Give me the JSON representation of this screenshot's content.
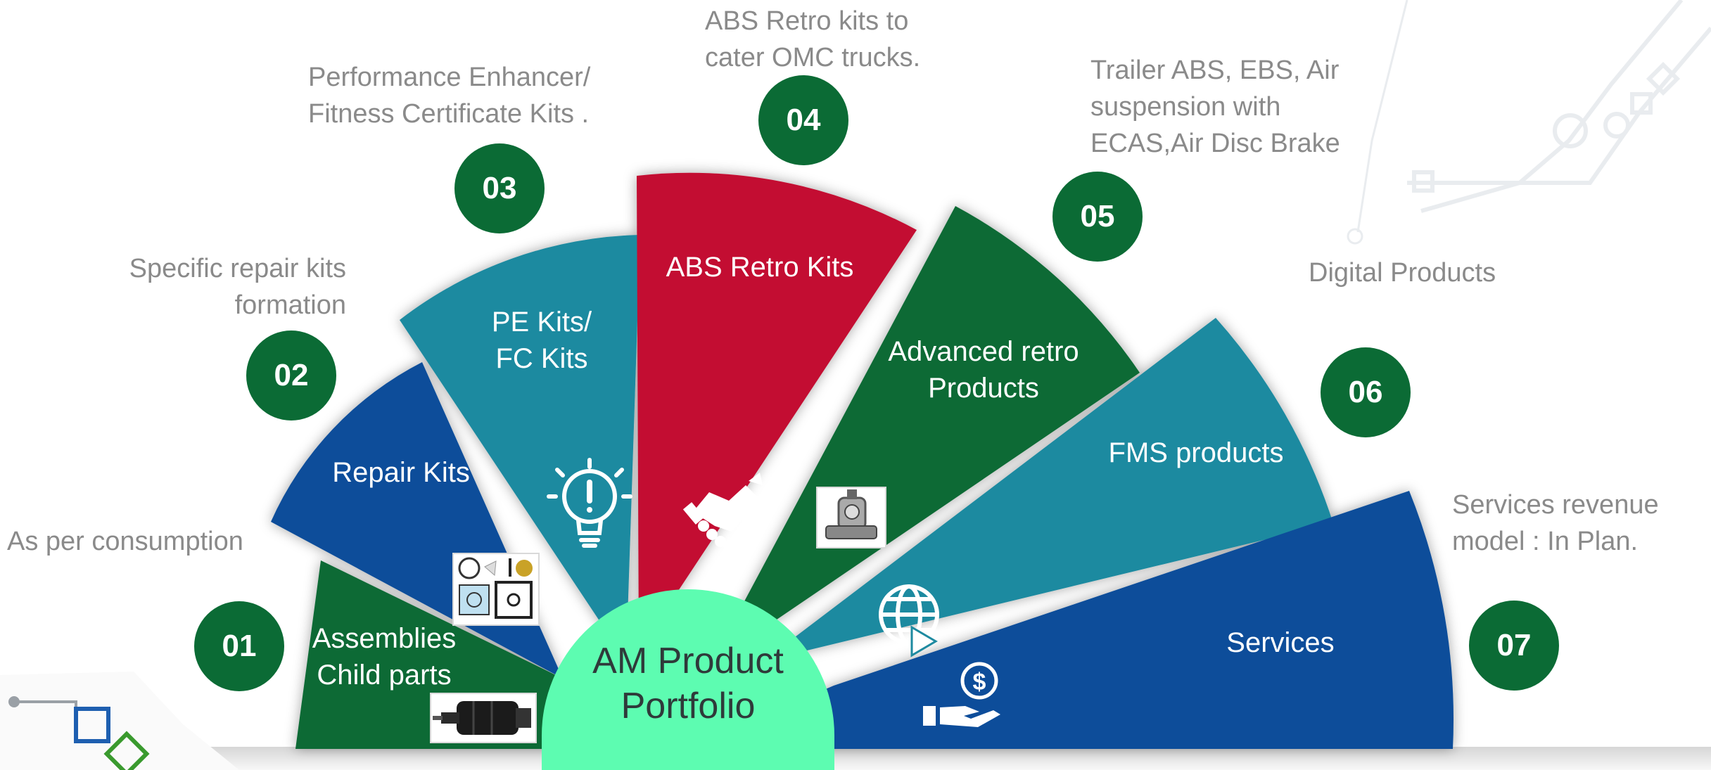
{
  "center": {
    "label": "AM Product\nPortfolio",
    "color": "#5dfcb1"
  },
  "segments": [
    {
      "id": "01",
      "name": "Assemblies\nChild parts",
      "description": "As per consumption",
      "color": "#0b6b35"
    },
    {
      "id": "02",
      "name": "Repair Kits",
      "description": "Specific repair kits\nformation",
      "color": "#0b4e9a"
    },
    {
      "id": "03",
      "name": "PE Kits/\nFC Kits",
      "description": "Performance Enhancer/\nFitness Certificate Kits .",
      "color": "#1e8aa0"
    },
    {
      "id": "04",
      "name": "ABS Retro Kits",
      "description": "ABS Retro kits to\ncater OMC trucks.",
      "color": "#c30d30"
    },
    {
      "id": "05",
      "name": "Advanced retro\nProducts",
      "description": "Trailer ABS, EBS, Air\nsuspension with\nECAS,Air Disc Brake",
      "color": "#0b6b35"
    },
    {
      "id": "06",
      "name": "FMS products",
      "description": "Digital Products",
      "color": "#1e8aa0"
    },
    {
      "id": "07",
      "name": "Services",
      "description": "Services  revenue\nmodel : In Plan.",
      "color": "#0b4e9a"
    }
  ],
  "icons": {
    "pe_kits": "lightbulb-icon",
    "abs_retro": "handshake-icon",
    "fms": "globe-play-icon",
    "services": "hand-dollar-icon",
    "logo": "circuit-logo-icon"
  },
  "badge_color": "#0b6b35"
}
